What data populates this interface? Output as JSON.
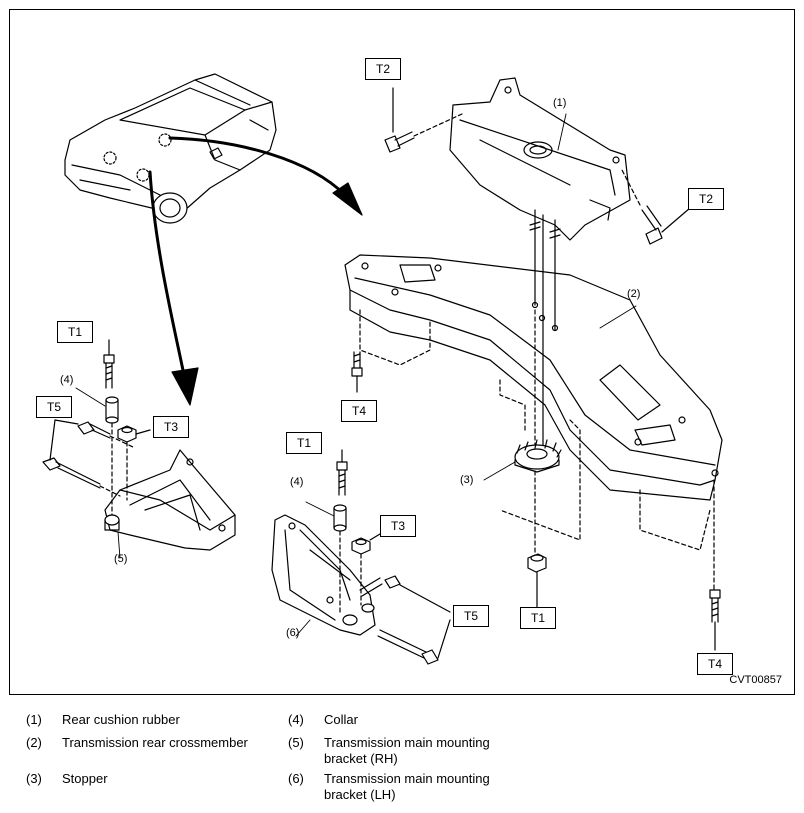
{
  "figure_code": "CVT00857",
  "torque_labels": {
    "t1": "T1",
    "t2": "T2",
    "t3": "T3",
    "t4": "T4",
    "t5": "T5"
  },
  "callouts": {
    "c1": "(1)",
    "c2": "(2)",
    "c3": "(3)",
    "c4": "(4)",
    "c5": "(5)",
    "c6": "(6)"
  },
  "legend": [
    {
      "num": "(1)",
      "text": "Rear cushion rubber"
    },
    {
      "num": "(2)",
      "text": "Transmission rear crossmember"
    },
    {
      "num": "(3)",
      "text": "Stopper"
    },
    {
      "num": "(4)",
      "text": "Collar"
    },
    {
      "num": "(5)",
      "text": "Transmission main mounting bracket (RH)"
    },
    {
      "num": "(6)",
      "text": "Transmission main mounting bracket (LH)"
    }
  ]
}
